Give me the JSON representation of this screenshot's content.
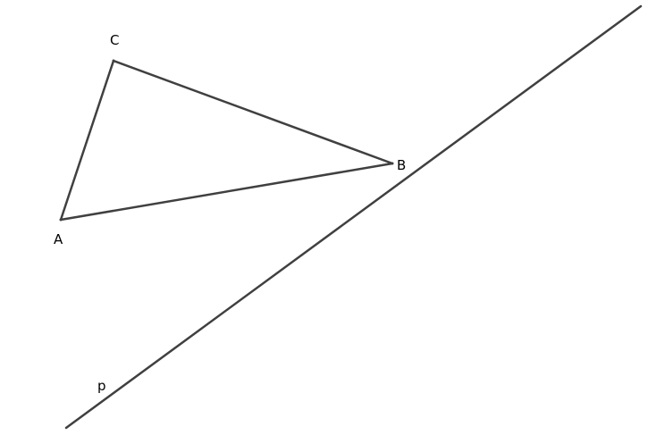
{
  "diagram": {
    "points": {
      "A": {
        "label": "A"
      },
      "B": {
        "label": "B"
      },
      "C": {
        "label": "C"
      }
    },
    "line": {
      "label": "p"
    },
    "stroke_color": "#404040"
  }
}
